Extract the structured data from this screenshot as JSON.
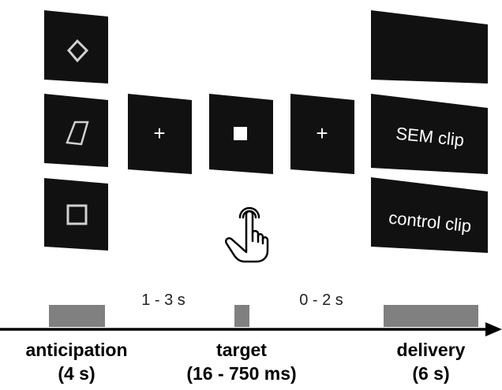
{
  "screens": {
    "sem_clip_label": "SEM clip",
    "control_clip_label": "control clip",
    "fixation_symbol": "+"
  },
  "intervals": {
    "anticipation_to_target": "1 - 3 s",
    "target_to_delivery": "0 - 2 s"
  },
  "phases": {
    "anticipation": {
      "name": "anticipation",
      "duration": "(4 s)"
    },
    "target": {
      "name": "target",
      "duration": "(16 - 750 ms)"
    },
    "delivery": {
      "name": "delivery",
      "duration": "(6 s)"
    }
  },
  "icons": {
    "cue_shapes": [
      "diamond-icon",
      "parallelogram-icon",
      "square-icon"
    ],
    "response": "pointing-hand-icon"
  },
  "colors": {
    "screen": "#111111",
    "timeline_bar": "#808080",
    "arrow": "#000000",
    "shape_stroke": "#d0d0d0"
  }
}
